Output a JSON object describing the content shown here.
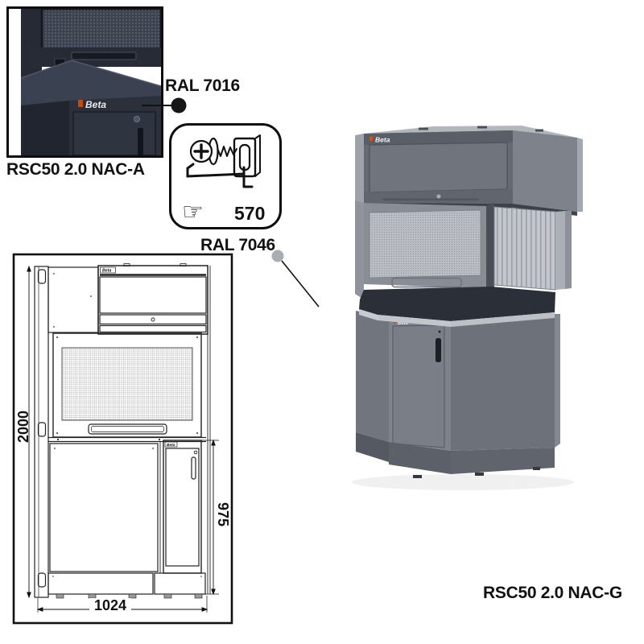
{
  "page": {
    "background": "#ffffff",
    "description": "Beta RSC50 2.0 corner workstation catalogue sheet"
  },
  "brand": {
    "name": "Beta"
  },
  "products": {
    "detail": {
      "code": "RSC50 2.0 NAC-A"
    },
    "main": {
      "code": "RSC50 2.0 NAC-G"
    }
  },
  "finishes": {
    "dark": {
      "label": "RAL 7016",
      "dot_hex": "#161616",
      "body_hex": "#2c313c"
    },
    "gray": {
      "label": "RAL 7046",
      "dot_hex": "#a9aeb4",
      "body_hex": "#6d727a"
    }
  },
  "hook_panel": {
    "capacity": "570",
    "hand_glyph": "☞",
    "icon": "screw-and-tool-hook"
  },
  "drawing": {
    "overall_height": "2000",
    "base_height": "975",
    "base_width": "1024"
  }
}
